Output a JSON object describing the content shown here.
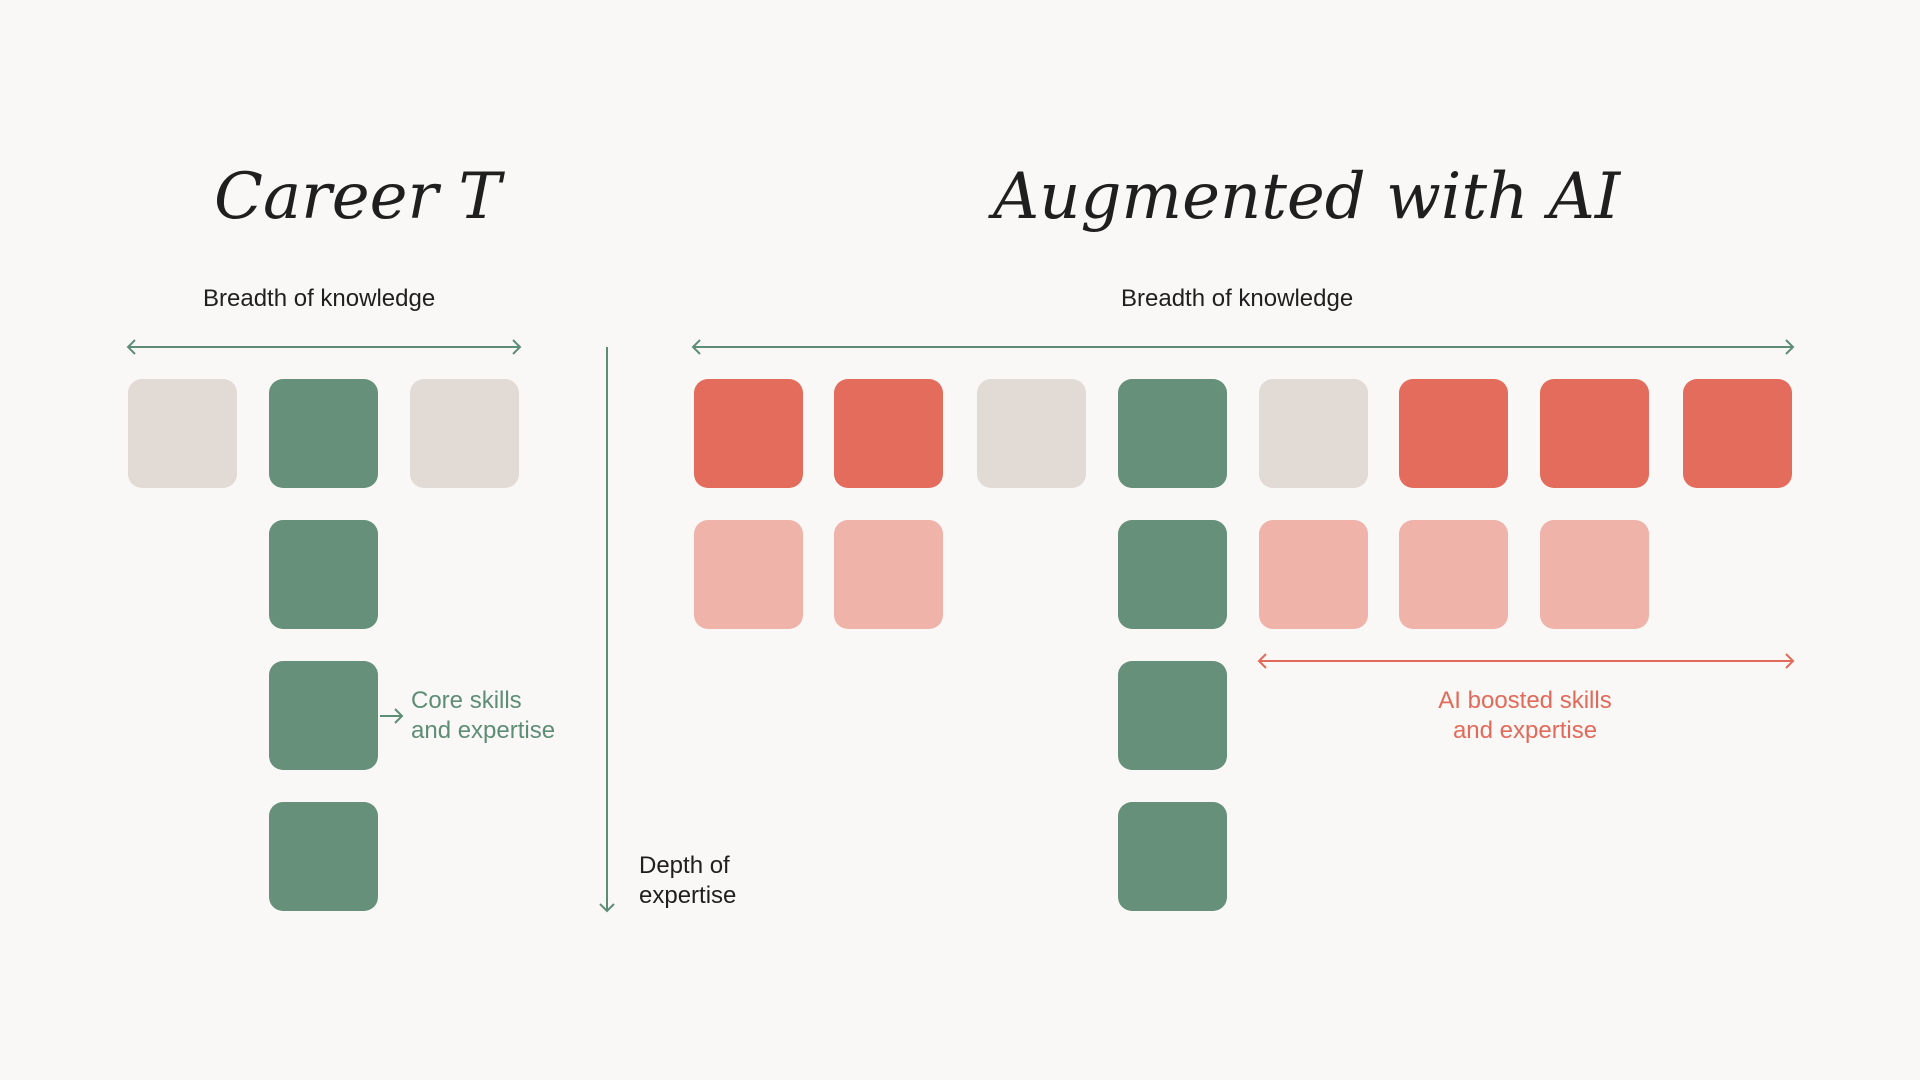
{
  "colors": {
    "background": "#faf8f6",
    "core": "#67907a",
    "neutral": "#e1dad5",
    "ai": "#e46c5c",
    "ai_light": "#efb3a9",
    "green_text": "#5e8d76",
    "red_text": "#e26a5a",
    "dark_text": "#1f1f1f"
  },
  "career_t": {
    "title": "Career T",
    "breadth_label": "Breadth of knowledge",
    "core_label_line1": "Core skills",
    "core_label_line2": "and expertise",
    "top_row": [
      "neutral",
      "core",
      "neutral"
    ],
    "stem_tiles": 3
  },
  "depth": {
    "label_line1": "Depth of",
    "label_line2": "expertise"
  },
  "augmented": {
    "title": "Augmented with AI",
    "breadth_label": "Breadth of knowledge",
    "ai_label_line1": "AI boosted skills",
    "ai_label_line2": "and expertise",
    "row1": [
      "ai",
      "ai",
      "neutral",
      "core",
      "neutral",
      "ai",
      "ai",
      "ai"
    ],
    "row2": [
      "ai_light",
      "ai_light",
      "empty",
      "core",
      "ai_light",
      "ai_light",
      "ai_light",
      "empty"
    ],
    "stem_tiles": 2
  }
}
